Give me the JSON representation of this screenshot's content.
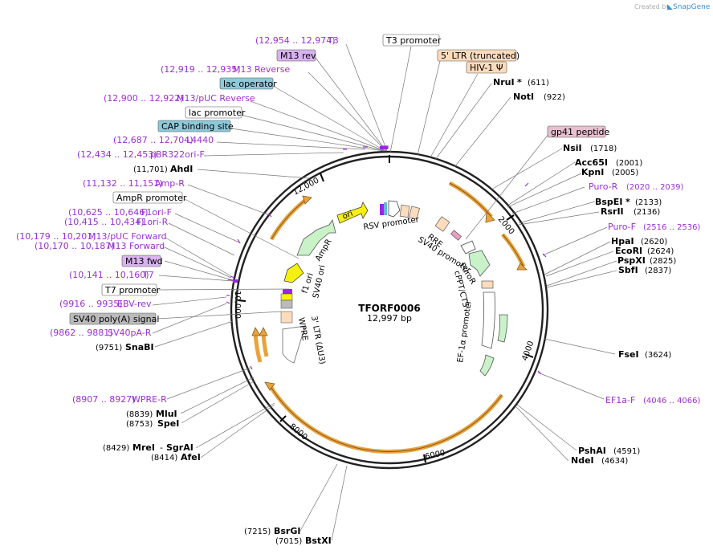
{
  "branding": {
    "created_by": "Created by",
    "app": "SnapGene"
  },
  "plasmid": {
    "name": "TFORF0006",
    "size": "12,997 bp"
  },
  "ticks": [
    "2000",
    "4000",
    "6000",
    "8000",
    "10,000",
    "12,000"
  ],
  "colors": {
    "purple": "#9b30d0",
    "orange_arrow": "#e8a33d",
    "green_arrow": "#8fd14f"
  },
  "left_labels": [
    {
      "coord": "(12,954 .. 12,974)",
      "name": "T3",
      "kind": "primer"
    },
    {
      "name": "M13 rev",
      "kind": "primer_box"
    },
    {
      "coord": "(12,919 .. 12,935)",
      "name": "M13 Reverse",
      "kind": "primer"
    },
    {
      "name": "lac operator",
      "kind": "box_blue"
    },
    {
      "coord": "(12,900 .. 12,922)",
      "name": "M13/pUC Reverse",
      "kind": "primer"
    },
    {
      "name": "lac promoter",
      "kind": "box_white"
    },
    {
      "name": "CAP binding site",
      "kind": "box_blue"
    },
    {
      "coord": "(12,687 .. 12,704)",
      "name": "L4440",
      "kind": "primer"
    },
    {
      "coord": "(12,434 .. 12,453)",
      "name": "pBR322ori-F",
      "kind": "primer"
    },
    {
      "coord": "(11,701)",
      "name": "AhdI",
      "kind": "enzyme"
    },
    {
      "coord": "(11,132 .. 11,151)",
      "name": "Amp-R",
      "kind": "primer"
    },
    {
      "name": "AmpR promoter",
      "kind": "box_white"
    },
    {
      "coord": "(10,625 .. 10,646)",
      "name": "F1ori-F",
      "kind": "primer"
    },
    {
      "coord": "(10,415 .. 10,434)",
      "name": "F1ori-R",
      "kind": "primer"
    },
    {
      "coord": "(10,179 .. 10,201)",
      "name": "M13/pUC Forward",
      "kind": "primer"
    },
    {
      "coord": "(10,170 .. 10,187)",
      "name": "M13 Forward",
      "kind": "primer"
    },
    {
      "name": "M13 fwd",
      "kind": "primer_box"
    },
    {
      "coord": "(10,141 .. 10,160)",
      "name": "T7",
      "kind": "primer"
    },
    {
      "name": "T7 promoter",
      "kind": "box_white"
    },
    {
      "coord": "(9916 .. 9935)",
      "name": "EBV-rev",
      "kind": "primer"
    },
    {
      "name": "SV40 poly(A) signal",
      "kind": "box_grey"
    },
    {
      "coord": "(9862 .. 9881)",
      "name": "SV40pA-R",
      "kind": "primer"
    },
    {
      "coord": "(9751)",
      "name": "SnaBI",
      "kind": "enzyme"
    },
    {
      "coord": "(8907 .. 8927)",
      "name": "WPRE-R",
      "kind": "primer"
    },
    {
      "coord": "(8839)",
      "name": "MluI",
      "kind": "enzyme"
    },
    {
      "coord": "(8753)",
      "name": "SpeI",
      "kind": "enzyme"
    },
    {
      "coord": "(8429)",
      "name": "MreI",
      "kind": "enzyme"
    },
    {
      "coord": "(8414)",
      "name": "AfeI",
      "kind": "enzyme"
    },
    {
      "coord": "(7215)",
      "name": "BsrGI",
      "kind": "enzyme"
    },
    {
      "coord": "(7015)",
      "name": "BstXI",
      "kind": "enzyme"
    }
  ],
  "sgrai": {
    "name": "SgrAI",
    "sep": "-"
  },
  "right_labels": [
    {
      "name": "T3 promoter",
      "kind": "box_white"
    },
    {
      "name": "5' LTR (truncated)",
      "kind": "box_peach"
    },
    {
      "name": "HIV-1 Ψ",
      "kind": "box_peach"
    },
    {
      "name": "NruI",
      "star": "*",
      "coord": "(611)",
      "kind": "enzyme"
    },
    {
      "name": "NotI",
      "coord": "(922)",
      "kind": "enzyme"
    },
    {
      "name": "gp41 peptide",
      "kind": "box_pink"
    },
    {
      "name": "NsiI",
      "coord": "(1718)",
      "kind": "enzyme"
    },
    {
      "name": "Acc65I",
      "coord": "(2001)",
      "kind": "enzyme"
    },
    {
      "name": "KpnI",
      "coord": "(2005)",
      "kind": "enzyme"
    },
    {
      "name": "Puro-R",
      "coord": "(2020 .. 2039)",
      "kind": "primer"
    },
    {
      "name": "BspEI",
      "star": "*",
      "coord": "(2133)",
      "kind": "enzyme"
    },
    {
      "name": "RsrII",
      "coord": "(2136)",
      "kind": "enzyme"
    },
    {
      "name": "Puro-F",
      "coord": "(2516 .. 2536)",
      "kind": "primer"
    },
    {
      "name": "HpaI",
      "coord": "(2620)",
      "kind": "enzyme"
    },
    {
      "name": "EcoRI",
      "coord": "(2624)",
      "kind": "enzyme"
    },
    {
      "name": "PspXI",
      "coord": "(2825)",
      "kind": "enzyme"
    },
    {
      "name": "SbfI",
      "coord": "(2837)",
      "kind": "enzyme"
    },
    {
      "name": "FseI",
      "coord": "(3624)",
      "kind": "enzyme"
    },
    {
      "name": "EF1a-F",
      "coord": "(4046 .. 4066)",
      "kind": "primer"
    },
    {
      "name": "PshAI",
      "coord": "(4591)",
      "kind": "enzyme"
    },
    {
      "name": "NdeI",
      "coord": "(4634)",
      "kind": "enzyme"
    }
  ],
  "inner_labels": {
    "ori": "ori",
    "ampr": "AmpR",
    "f1ori": "f1 ori",
    "sv40ori": "SV40 ori",
    "ltr3": "3' LTR (ΔU3)",
    "wpre": "WPRE",
    "rsv": "RSV promoter",
    "rre": "RRE",
    "sv40prom": "SV40 promoter",
    "puror": "PuroR",
    "cppt": "cPPT/CTS",
    "ef1a": "EF-1α promoter"
  }
}
